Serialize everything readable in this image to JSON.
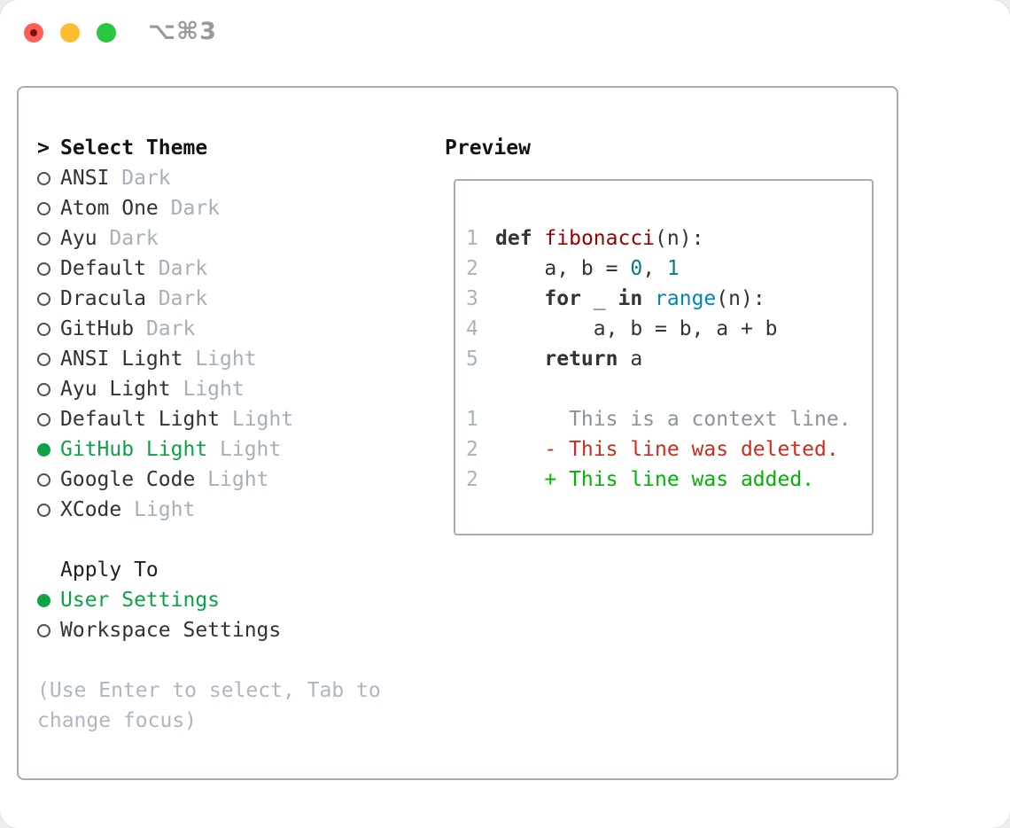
{
  "window": {
    "shortcut_label": "⌥⌘3",
    "controls": [
      "close",
      "minimize",
      "zoom"
    ]
  },
  "theme_list": {
    "prompt": ">",
    "header": "Select Theme",
    "items": [
      {
        "name": "ANSI",
        "variant": "Dark",
        "selected": false
      },
      {
        "name": "Atom One",
        "variant": "Dark",
        "selected": false
      },
      {
        "name": "Ayu",
        "variant": "Dark",
        "selected": false
      },
      {
        "name": "Default",
        "variant": "Dark",
        "selected": false
      },
      {
        "name": "Dracula",
        "variant": "Dark",
        "selected": false
      },
      {
        "name": "GitHub",
        "variant": "Dark",
        "selected": false
      },
      {
        "name": "ANSI Light",
        "variant": "Light",
        "selected": false
      },
      {
        "name": "Ayu Light",
        "variant": "Light",
        "selected": false
      },
      {
        "name": "Default Light",
        "variant": "Light",
        "selected": false
      },
      {
        "name": "GitHub Light",
        "variant": "Light",
        "selected": true
      },
      {
        "name": "Google Code",
        "variant": "Light",
        "selected": false
      },
      {
        "name": "XCode",
        "variant": "Light",
        "selected": false
      }
    ]
  },
  "apply_to": {
    "header": "Apply To",
    "options": [
      {
        "name": "User Settings",
        "selected": true
      },
      {
        "name": "Workspace Settings",
        "selected": false
      }
    ]
  },
  "hint": "(Use Enter to select, Tab to change focus)",
  "preview": {
    "header": "Preview",
    "code_lines": [
      {
        "num": "1",
        "tokens": [
          {
            "t": "kw",
            "v": "def"
          },
          {
            "t": "pl",
            "v": " "
          },
          {
            "t": "fn",
            "v": "fibonacci"
          },
          {
            "t": "pl",
            "v": "(n):"
          }
        ]
      },
      {
        "num": "2",
        "tokens": [
          {
            "t": "pl",
            "v": "    a, b = "
          },
          {
            "t": "num",
            "v": "0"
          },
          {
            "t": "pl",
            "v": ", "
          },
          {
            "t": "num",
            "v": "1"
          }
        ]
      },
      {
        "num": "3",
        "tokens": [
          {
            "t": "pl",
            "v": "    "
          },
          {
            "t": "kw",
            "v": "for"
          },
          {
            "t": "pl",
            "v": " _ "
          },
          {
            "t": "kw",
            "v": "in"
          },
          {
            "t": "pl",
            "v": " "
          },
          {
            "t": "bi",
            "v": "range"
          },
          {
            "t": "pl",
            "v": "(n):"
          }
        ]
      },
      {
        "num": "4",
        "tokens": [
          {
            "t": "pl",
            "v": "        a, b = b, a + b"
          }
        ]
      },
      {
        "num": "5",
        "tokens": [
          {
            "t": "pl",
            "v": "    "
          },
          {
            "t": "kw",
            "v": "return"
          },
          {
            "t": "pl",
            "v": " a"
          }
        ]
      }
    ],
    "diff_lines": [
      {
        "num": "1",
        "kind": "context",
        "text": "      This is a context line."
      },
      {
        "num": "2",
        "kind": "deleted",
        "text": "    - This line was deleted."
      },
      {
        "num": "2",
        "kind": "added",
        "text": "    + This line was added."
      }
    ]
  },
  "colors": {
    "selection_green": "#0da246",
    "added_green": "#00b404",
    "deleted_red": "#cb2d1d",
    "function_red": "#990000",
    "number_teal": "#008080",
    "builtin_blue": "#0086b3",
    "border_gray": "#a4adb7",
    "muted_gray": "#a6afba",
    "traffic_red": "#ff5f57",
    "traffic_yellow": "#febc2e",
    "traffic_green": "#28c840"
  }
}
